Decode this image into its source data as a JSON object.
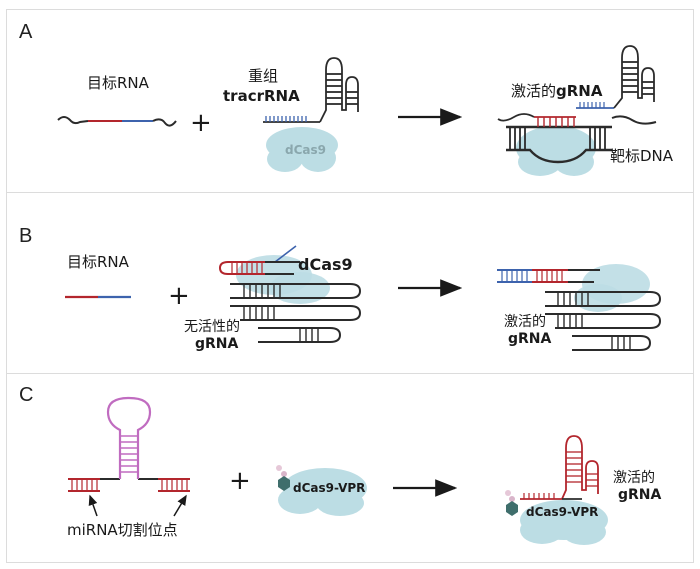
{
  "panels": [
    {
      "label": "A",
      "target_rna": "目标RNA",
      "recombinant": "重组",
      "tracrrna": "tracrRNA",
      "protein": "dCas9",
      "activated_prefix": "激活的",
      "activated_bold": "gRNA",
      "target_dna": "靶标DNA",
      "plus": "+"
    },
    {
      "label": "B",
      "target_rna": "目标RNA",
      "protein": "dCas9",
      "inactive_line1": "无活性的",
      "inactive_line2": "gRNA",
      "activated_line1": "激活的",
      "activated_line2": "gRNA",
      "plus": "+"
    },
    {
      "label": "C",
      "cleavage_site": "miRNA切割位点",
      "protein_left": "dCas9-VPR",
      "protein_right": "dCas9-VPR",
      "activated_line1": "激活的",
      "activated_line2": "gRNA",
      "plus": "+"
    }
  ],
  "colors": {
    "rna_red": "#b3262d",
    "rna_blue": "#3d63ad",
    "strand_dark": "#2b2b2b",
    "cas_blob": "#bcdde4",
    "cas_text": "#8aa7ad",
    "mirna_hairpin": "#c06cc0",
    "vpr_teal": "#3f6e6c"
  }
}
